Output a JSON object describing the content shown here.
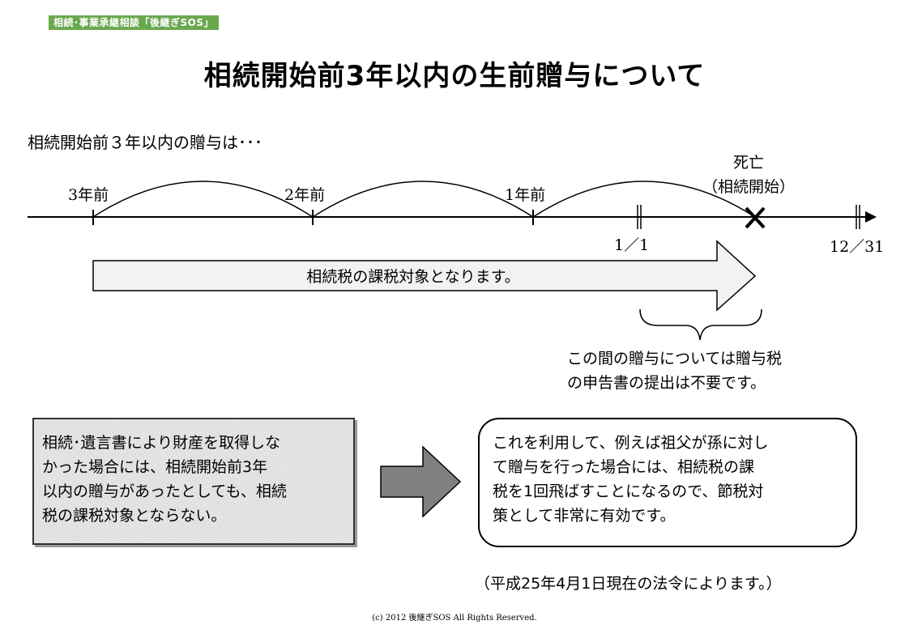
{
  "header": {
    "brand_label": "相続･事業承継相談「後継ぎSOS」",
    "title": "相続開始前3年以内の生前贈与について"
  },
  "timeline": {
    "intro": "相続開始前３年以内の贈与は･･･",
    "ticks": [
      "3年前",
      "2年前",
      "1年前"
    ],
    "death_label": "死亡",
    "death_sub": "（相続開始）",
    "date_start": "1／1",
    "date_end": "12／31"
  },
  "arrow_label": "相続税の課税対象となります。",
  "brace_note": [
    "この間の贈与については贈与税",
    "の申告書の提出は不要です。"
  ],
  "left_box": [
    "相続･遺言書により財産を取得しな",
    "かった場合には、相続開始前3年",
    "以内の贈与があったとしても、相続",
    "税の課税対象とならない。"
  ],
  "right_box": [
    "これを利用して、例えば祖父が孫に対し",
    "て贈与を行った場合には、相続税の課",
    "税を1回飛ばすことになるので、節税対",
    "策として非常に有効です。"
  ],
  "footnote": "（平成25年4月1日現在の法令によります。）",
  "copyright": "(c) 2012 後継ぎSOS All Rights Reserved.",
  "colors": {
    "brand_bg": "#6aa84f",
    "arrow_fill": "#f2f2f2",
    "box_fill": "#e6e6e6",
    "mid_arrow_fill": "#808080"
  }
}
